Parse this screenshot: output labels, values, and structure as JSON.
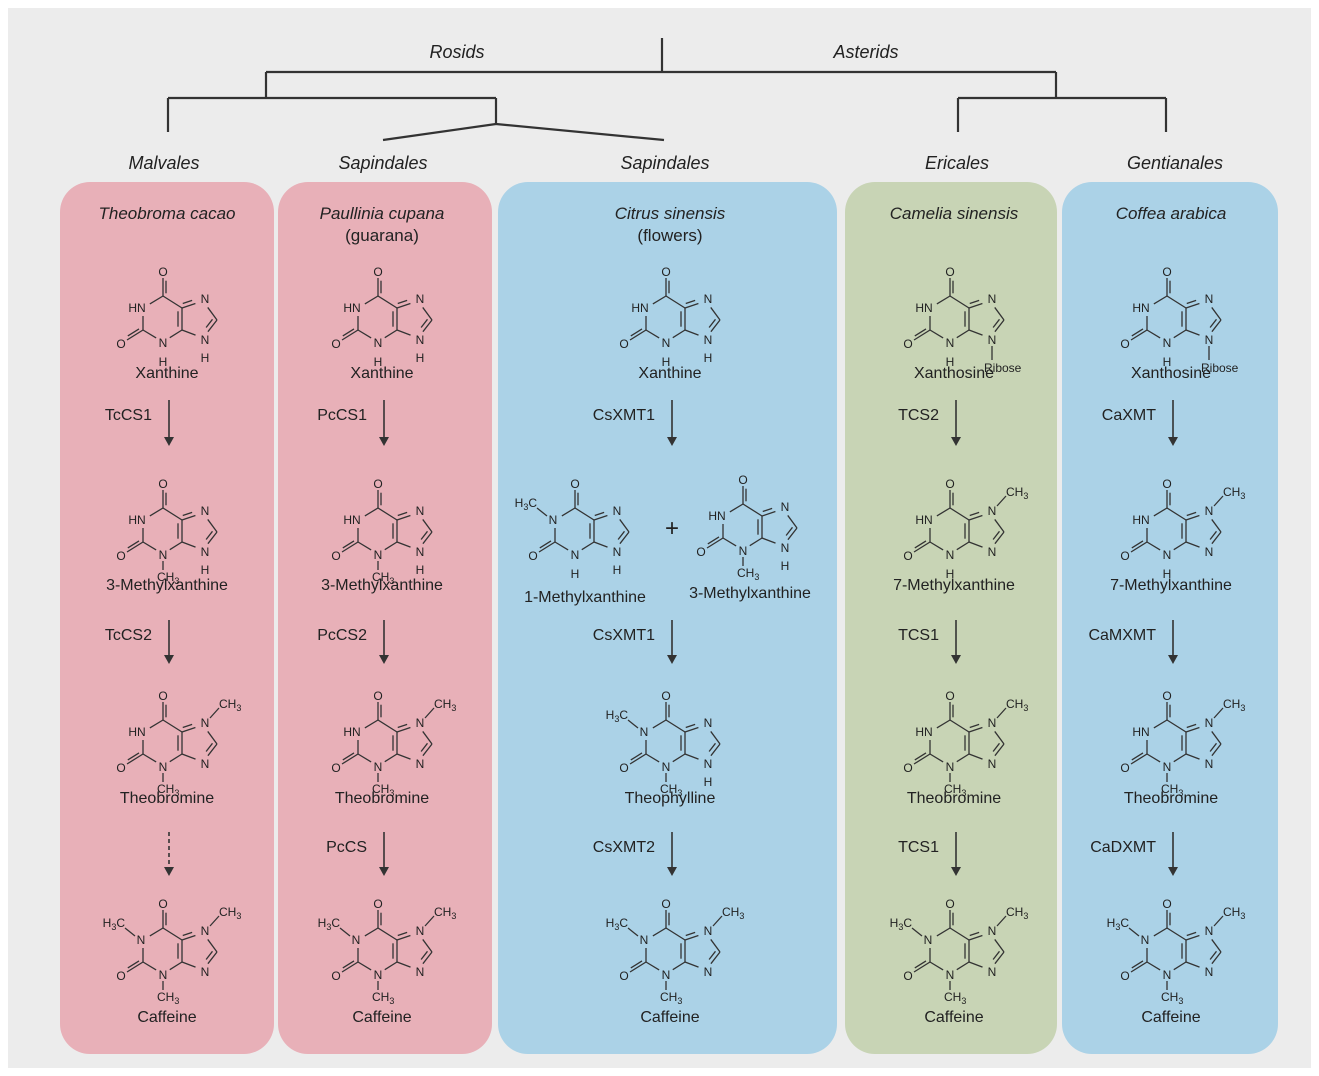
{
  "tree": {
    "clades": [
      "Rosids",
      "Asterids"
    ],
    "orders": [
      "Malvales",
      "Sapindales",
      "Sapindales",
      "Ericales",
      "Gentianales"
    ]
  },
  "colors": {
    "background": "#ececec",
    "pink": "#e8b0b8",
    "blue": "#abd2e7",
    "green": "#c8d4b5",
    "line": "#333333"
  },
  "panels": [
    {
      "color": "pink",
      "species": "Theobroma cacao",
      "steps": [
        {
          "compound": "Xanthine",
          "structure": "xanthine"
        },
        {
          "enzyme": "TcCS1",
          "arrow": "solid"
        },
        {
          "compound": "3-Methylxanthine",
          "structure": "3-methylxanthine"
        },
        {
          "enzyme": "TcCS2",
          "arrow": "solid"
        },
        {
          "compound": "Theobromine",
          "structure": "theobromine"
        },
        {
          "enzyme": "",
          "arrow": "dashed"
        },
        {
          "compound": "Caffeine",
          "structure": "caffeine"
        }
      ]
    },
    {
      "color": "pink",
      "species": "Paullinia cupana",
      "species_note": "(guarana)",
      "steps": [
        {
          "compound": "Xanthine",
          "structure": "xanthine"
        },
        {
          "enzyme": "PcCS1",
          "arrow": "solid"
        },
        {
          "compound": "3-Methylxanthine",
          "structure": "3-methylxanthine"
        },
        {
          "enzyme": "PcCS2",
          "arrow": "solid"
        },
        {
          "compound": "Theobromine",
          "structure": "theobromine"
        },
        {
          "enzyme": "PcCS",
          "arrow": "solid"
        },
        {
          "compound": "Caffeine",
          "structure": "caffeine"
        }
      ]
    },
    {
      "color": "blue",
      "species": "Citrus sinensis",
      "species_note": "(flowers)",
      "steps": [
        {
          "compound": "Xanthine",
          "structure": "xanthine"
        },
        {
          "enzyme": "CsXMT1",
          "arrow": "solid"
        },
        {
          "compound": "1-Methylxanthine",
          "structure": "1-methylxanthine",
          "plus": "+",
          "compound2": "3-Methylxanthine",
          "structure2": "3-methylxanthine"
        },
        {
          "enzyme": "CsXMT1",
          "arrow": "solid"
        },
        {
          "compound": "Theophylline",
          "structure": "theophylline"
        },
        {
          "enzyme": "CsXMT2",
          "arrow": "solid"
        },
        {
          "compound": "Caffeine",
          "structure": "caffeine"
        }
      ]
    },
    {
      "color": "green",
      "species": "Camelia sinensis",
      "steps": [
        {
          "compound": "Xanthosine",
          "structure": "xanthosine"
        },
        {
          "enzyme": "TCS2",
          "arrow": "solid"
        },
        {
          "compound": "7-Methylxanthine",
          "structure": "7-methylxanthine"
        },
        {
          "enzyme": "TCS1",
          "arrow": "solid"
        },
        {
          "compound": "Theobromine",
          "structure": "theobromine"
        },
        {
          "enzyme": "TCS1",
          "arrow": "solid"
        },
        {
          "compound": "Caffeine",
          "structure": "caffeine"
        }
      ]
    },
    {
      "color": "blue",
      "species": "Coffea arabica",
      "steps": [
        {
          "compound": "Xanthosine",
          "structure": "xanthosine"
        },
        {
          "enzyme": "CaXMT",
          "arrow": "solid"
        },
        {
          "compound": "7-Methylxanthine",
          "structure": "7-methylxanthine"
        },
        {
          "enzyme": "CaMXMT",
          "arrow": "solid"
        },
        {
          "compound": "Theobromine",
          "structure": "theobromine"
        },
        {
          "enzyme": "CaDXMT",
          "arrow": "solid"
        },
        {
          "compound": "Caffeine",
          "structure": "caffeine"
        }
      ]
    }
  ],
  "atoms": {
    "O": "O",
    "N": "N",
    "HN": "HN",
    "H": "H",
    "CH": "CH",
    "H3C_H": "H",
    "C": "C",
    "sub3": "3",
    "Ribose": "Ribose"
  }
}
